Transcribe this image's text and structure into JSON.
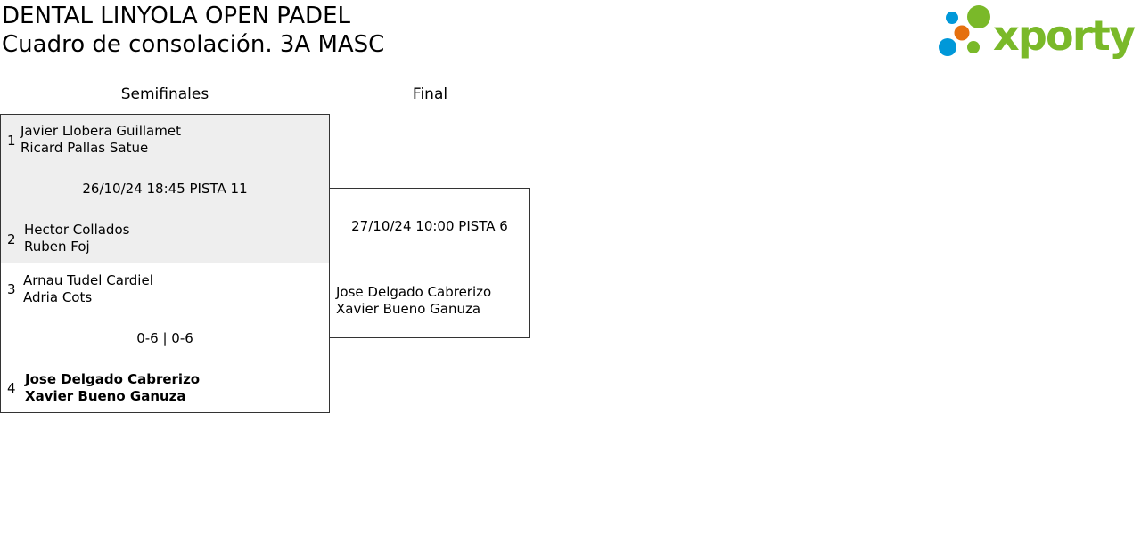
{
  "header": {
    "title": "DENTAL LINYOLA OPEN PADEL",
    "subtitle": "Cuadro de consolación. 3A MASC",
    "logo_text": "xporty"
  },
  "rounds": [
    "Semifinales",
    "Final"
  ],
  "semifinals": [
    {
      "info": "26/10/24 18:45 PISTA 11",
      "teams": [
        {
          "seed": "1",
          "players": [
            "Javier Llobera Guillamet",
            "Ricard Pallas Satue"
          ]
        },
        {
          "seed": "2",
          "players": [
            "Hector Collados",
            "Ruben Foj"
          ]
        }
      ]
    },
    {
      "info": "0-6 | 0-6",
      "teams": [
        {
          "seed": "3",
          "players": [
            "Arnau Tudel Cardiel",
            "Adria Cots"
          ]
        },
        {
          "seed": "4",
          "players": [
            "Jose Delgado Cabrerizo",
            "Xavier Bueno Ganuza"
          ],
          "winner": true
        }
      ]
    }
  ],
  "final": {
    "info": "27/10/24 10:00 PISTA 6",
    "team": {
      "players": [
        "Jose Delgado Cabrerizo",
        "Xavier Bueno Ganuza"
      ]
    }
  },
  "colors": {
    "green": "#7ab929",
    "blue": "#0098d9",
    "orange": "#e5700f"
  }
}
